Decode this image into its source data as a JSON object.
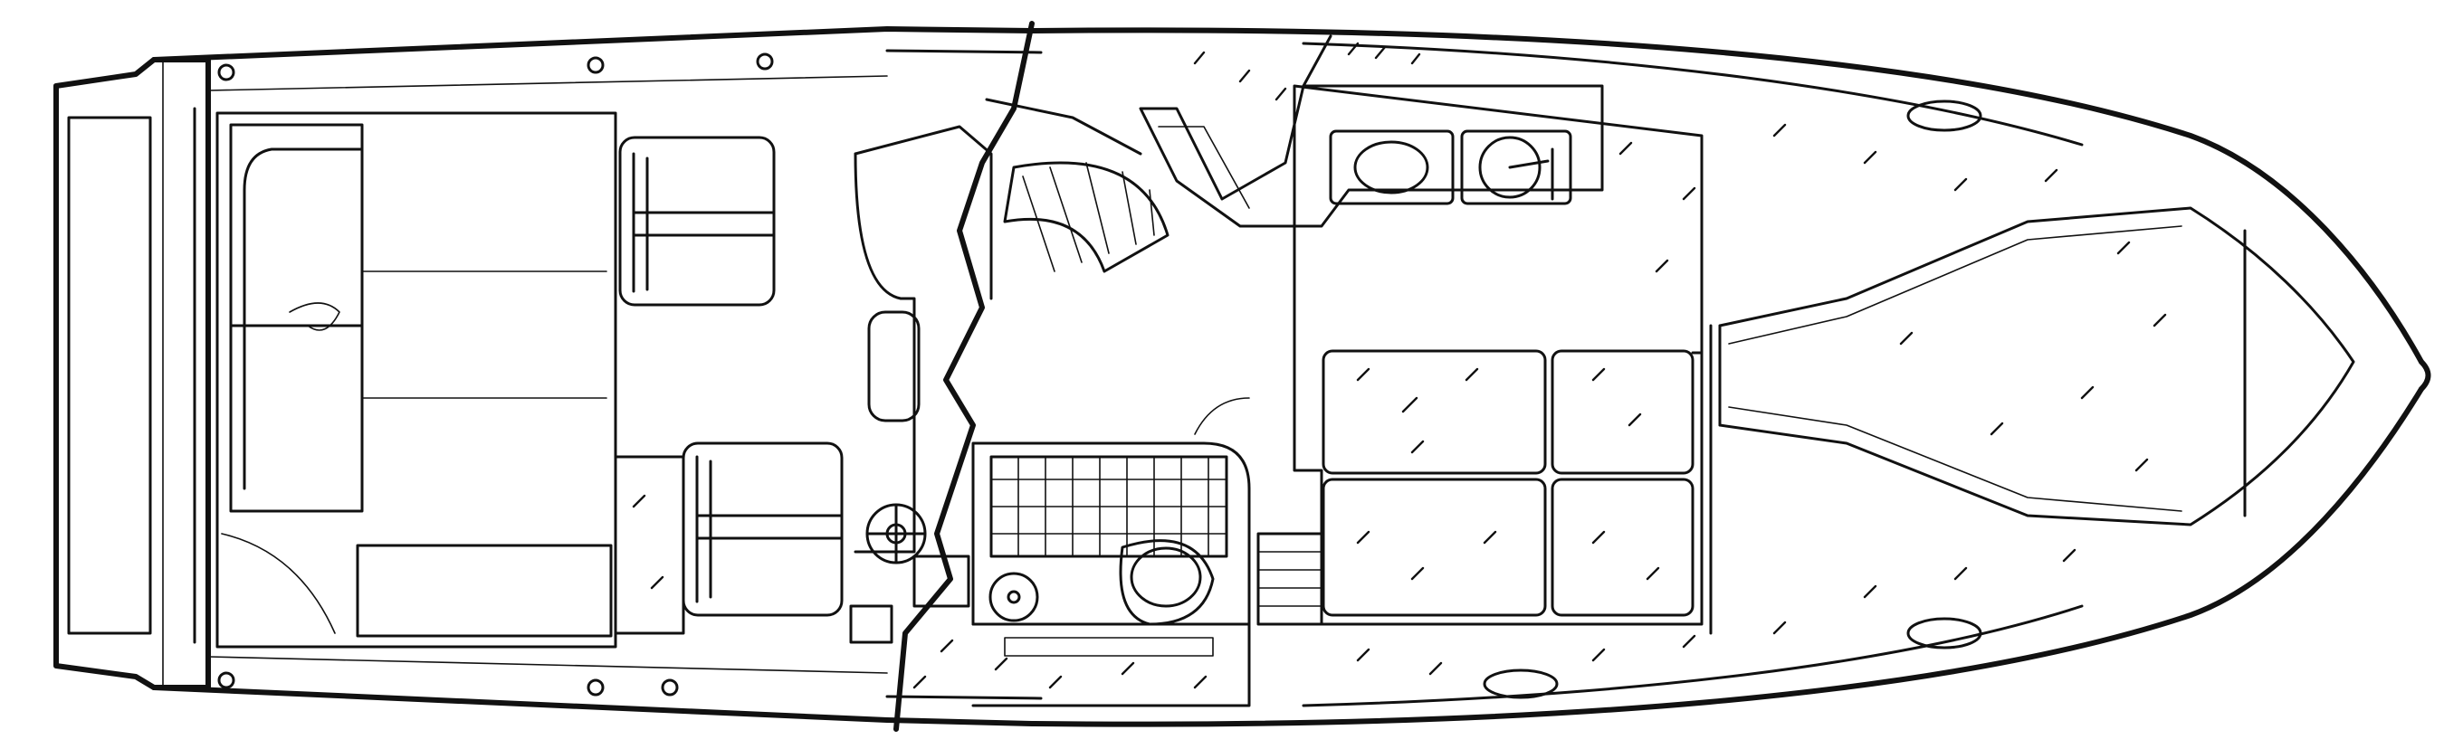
{
  "diagram": {
    "kind": "boat-deck-plan",
    "text_labels": [],
    "colors": {
      "ink": "#111111",
      "paper": "#ffffff"
    },
    "features": [
      "swim-platform",
      "cockpit-bench-seat",
      "helm-seat",
      "companion-seat",
      "steering-wheel",
      "companionway-stairs",
      "galley-counter",
      "galley-sink",
      "galley-stove",
      "dinette",
      "head-shower-floor",
      "head-sink",
      "toilet",
      "v-berth",
      "deck-hatches"
    ]
  }
}
